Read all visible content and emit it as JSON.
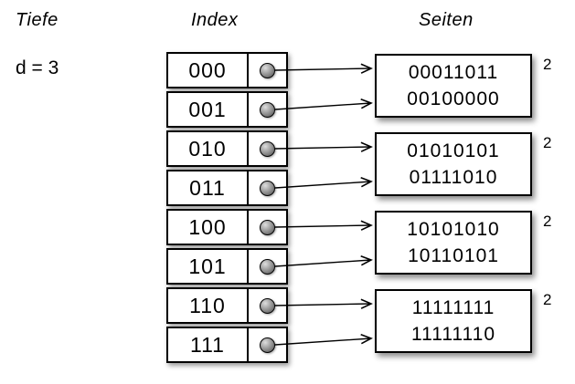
{
  "diagram": {
    "type": "extendible-hashing-directory",
    "depth_label": "Tiefe",
    "depth_value": "d = 3",
    "index_label": "Index",
    "pages_label": "Seiten"
  },
  "index_rows": [
    "000",
    "001",
    "010",
    "011",
    "100",
    "101",
    "110",
    "111"
  ],
  "pages": [
    {
      "entries": [
        "00011011",
        "00100000"
      ],
      "local_depth": "2"
    },
    {
      "entries": [
        "01010101",
        "01111010"
      ],
      "local_depth": "2"
    },
    {
      "entries": [
        "10101010",
        "10110101"
      ],
      "local_depth": "2"
    },
    {
      "entries": [
        "11111111",
        "11111110"
      ],
      "local_depth": "2"
    }
  ],
  "links": [
    {
      "from": "000",
      "to_page": 0
    },
    {
      "from": "001",
      "to_page": 0
    },
    {
      "from": "010",
      "to_page": 1
    },
    {
      "from": "011",
      "to_page": 1
    },
    {
      "from": "100",
      "to_page": 2
    },
    {
      "from": "101",
      "to_page": 2
    },
    {
      "from": "110",
      "to_page": 3
    },
    {
      "from": "111",
      "to_page": 3
    }
  ]
}
